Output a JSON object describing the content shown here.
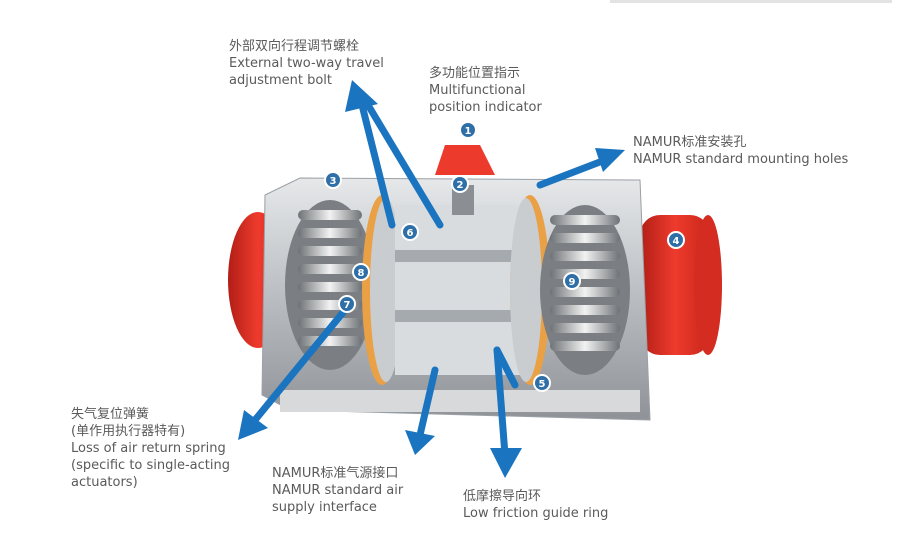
{
  "colors": {
    "arrow": "#1a74c0",
    "badge": "#2f6fa8",
    "cap_red": "#e8382c",
    "guide_ring": "#e9a04a"
  },
  "badges": [
    "1",
    "2",
    "3",
    "4",
    "5",
    "6",
    "7",
    "8",
    "9"
  ],
  "labels": {
    "adjust_bolt": {
      "zh": "外部双向行程调节螺栓",
      "en": [
        "External two-way travel",
        "adjustment bolt"
      ]
    },
    "position_indicator": {
      "zh": "多功能位置指示",
      "en": [
        "Multifunctional",
        "position indicator"
      ]
    },
    "mounting_holes": {
      "zh": "NAMUR标准安装孔",
      "en": [
        "NAMUR standard mounting holes"
      ]
    },
    "return_spring": {
      "zh": [
        "失气复位弹簧",
        "(单作用执行器特有)"
      ],
      "en": [
        "Loss of air return spring",
        "(specific to single-acting",
        "actuators)"
      ]
    },
    "air_supply": {
      "zh": "NAMUR标准气源接口",
      "en": [
        "NAMUR standard air",
        "supply interface"
      ]
    },
    "guide_ring": {
      "zh": "低摩擦导向环",
      "en": [
        "Low friction guide ring"
      ]
    }
  }
}
